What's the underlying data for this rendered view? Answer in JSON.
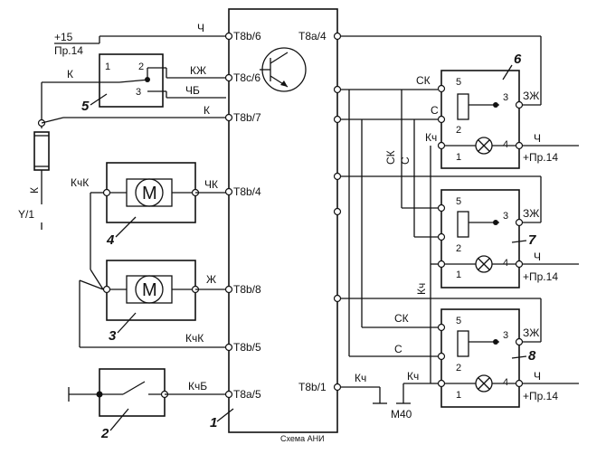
{
  "supply": {
    "plus15": "+15",
    "pr14_left": "Пр.14",
    "ground": "Y/1"
  },
  "ecu": {
    "pins": {
      "t8b6": "T8b/6",
      "t8c6": "T8c/6",
      "t8b7": "T8b/7",
      "t8b4": "T8b/4",
      "t8b8": "T8b/8",
      "t8b5": "T8b/5",
      "t8a5": "T8a/5",
      "t8a4": "T8a/4",
      "t8b1": "T8b/1"
    },
    "caption": "Схема АНИ",
    "number": "1"
  },
  "wires": {
    "ch": "Ч",
    "kzh": "КЖ",
    "chb": "ЧБ",
    "k": "К",
    "kchk": "КчК",
    "chk": "ЧК",
    "zh": "Ж",
    "kchb": "КчБ",
    "kch": "Кч",
    "sk": "СК",
    "s": "С",
    "zzh": "ЗЖ",
    "plus_pr14": "+Пр.14"
  },
  "components": {
    "n2": "2",
    "n3": "3",
    "n4": "4",
    "n5": "5",
    "n6": "6",
    "n7": "7",
    "n8": "8",
    "motor": "M",
    "m40": "M40"
  },
  "pin_numbers": {
    "p1": "1",
    "p2": "2",
    "p3": "3",
    "p4": "4",
    "p5": "5"
  }
}
